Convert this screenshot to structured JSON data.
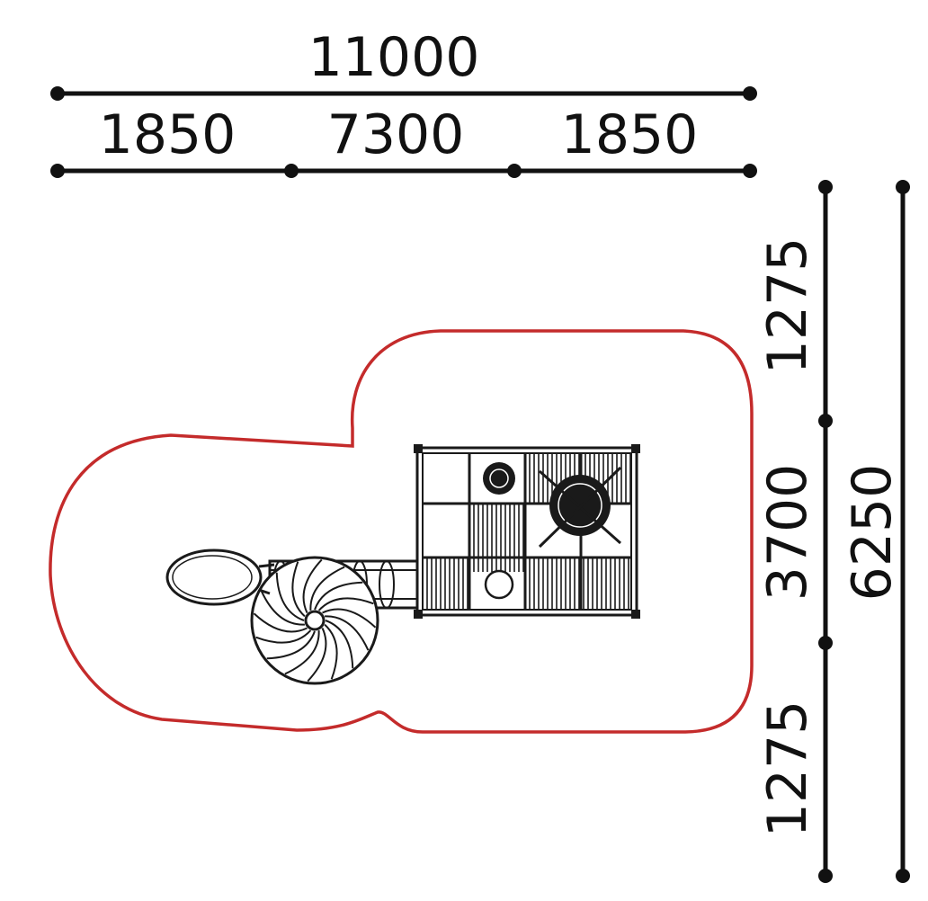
{
  "dimensions": {
    "overall_width": "11000",
    "left_margin": "1850",
    "center_width": "7300",
    "right_margin": "1850",
    "top_margin": "1275",
    "center_depth": "3700",
    "bottom_margin": "1275",
    "overall_depth": "6250"
  },
  "colors": {
    "safety_zone": "#c42b2b",
    "ink": "#1a1a1a"
  }
}
